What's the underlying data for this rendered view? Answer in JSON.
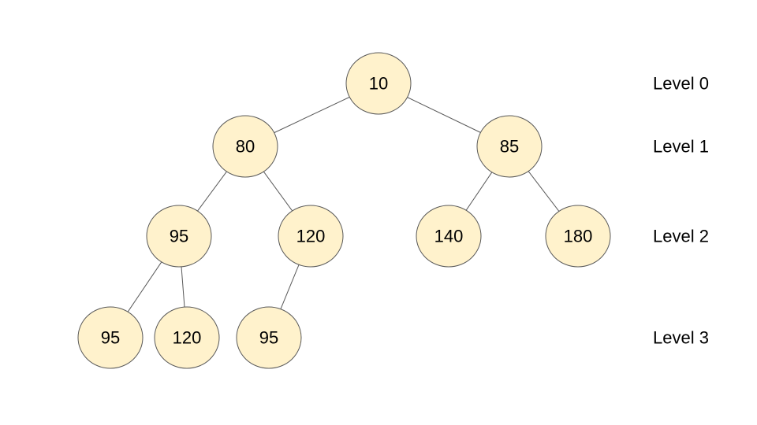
{
  "tree": {
    "nodes": [
      {
        "id": "n0",
        "label": "10",
        "level": 0
      },
      {
        "id": "n1",
        "label": "80",
        "level": 1
      },
      {
        "id": "n2",
        "label": "85",
        "level": 1
      },
      {
        "id": "n3",
        "label": "95",
        "level": 2
      },
      {
        "id": "n4",
        "label": "120",
        "level": 2
      },
      {
        "id": "n5",
        "label": "140",
        "level": 2
      },
      {
        "id": "n6",
        "label": "180",
        "level": 2
      },
      {
        "id": "n7",
        "label": "95",
        "level": 3
      },
      {
        "id": "n8",
        "label": "120",
        "level": 3
      },
      {
        "id": "n9",
        "label": "95",
        "level": 3
      }
    ],
    "edges": [
      [
        "n0",
        "n1"
      ],
      [
        "n0",
        "n2"
      ],
      [
        "n1",
        "n3"
      ],
      [
        "n1",
        "n4"
      ],
      [
        "n2",
        "n5"
      ],
      [
        "n2",
        "n6"
      ],
      [
        "n3",
        "n7"
      ],
      [
        "n3",
        "n8"
      ],
      [
        "n4",
        "n9"
      ]
    ]
  },
  "levels": [
    {
      "label": "Level 0"
    },
    {
      "label": "Level 1"
    },
    {
      "label": "Level 2"
    },
    {
      "label": "Level 3"
    }
  ],
  "colors": {
    "node_fill": "#fff2cc",
    "stroke": "#595959",
    "text": "#000000"
  }
}
